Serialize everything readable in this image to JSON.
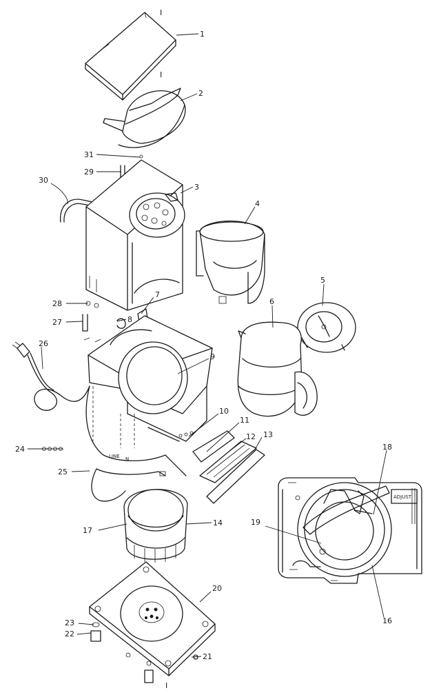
{
  "callouts": {
    "c1": "1",
    "c2": "2",
    "c3": "3",
    "c4": "4",
    "c5": "5",
    "c6": "6",
    "c7": "7",
    "c8": "8",
    "c9": "9",
    "c10": "10",
    "c11": "11",
    "c12": "12",
    "c13": "13",
    "c14": "14",
    "c16": "16",
    "c17": "17",
    "c18": "18",
    "c19": "19",
    "c20": "20",
    "c21": "21",
    "c22": "22",
    "c23": "23",
    "c24": "24",
    "c25": "25",
    "c26": "26",
    "c27": "27",
    "c28": "28",
    "c29": "29",
    "c30": "30",
    "c31": "31"
  },
  "marks": {
    "top": "I",
    "mid": "I",
    "bottom": "I"
  },
  "embedded_text": {
    "line": "LINE",
    "n": "N",
    "adjust": "ADJUST"
  }
}
